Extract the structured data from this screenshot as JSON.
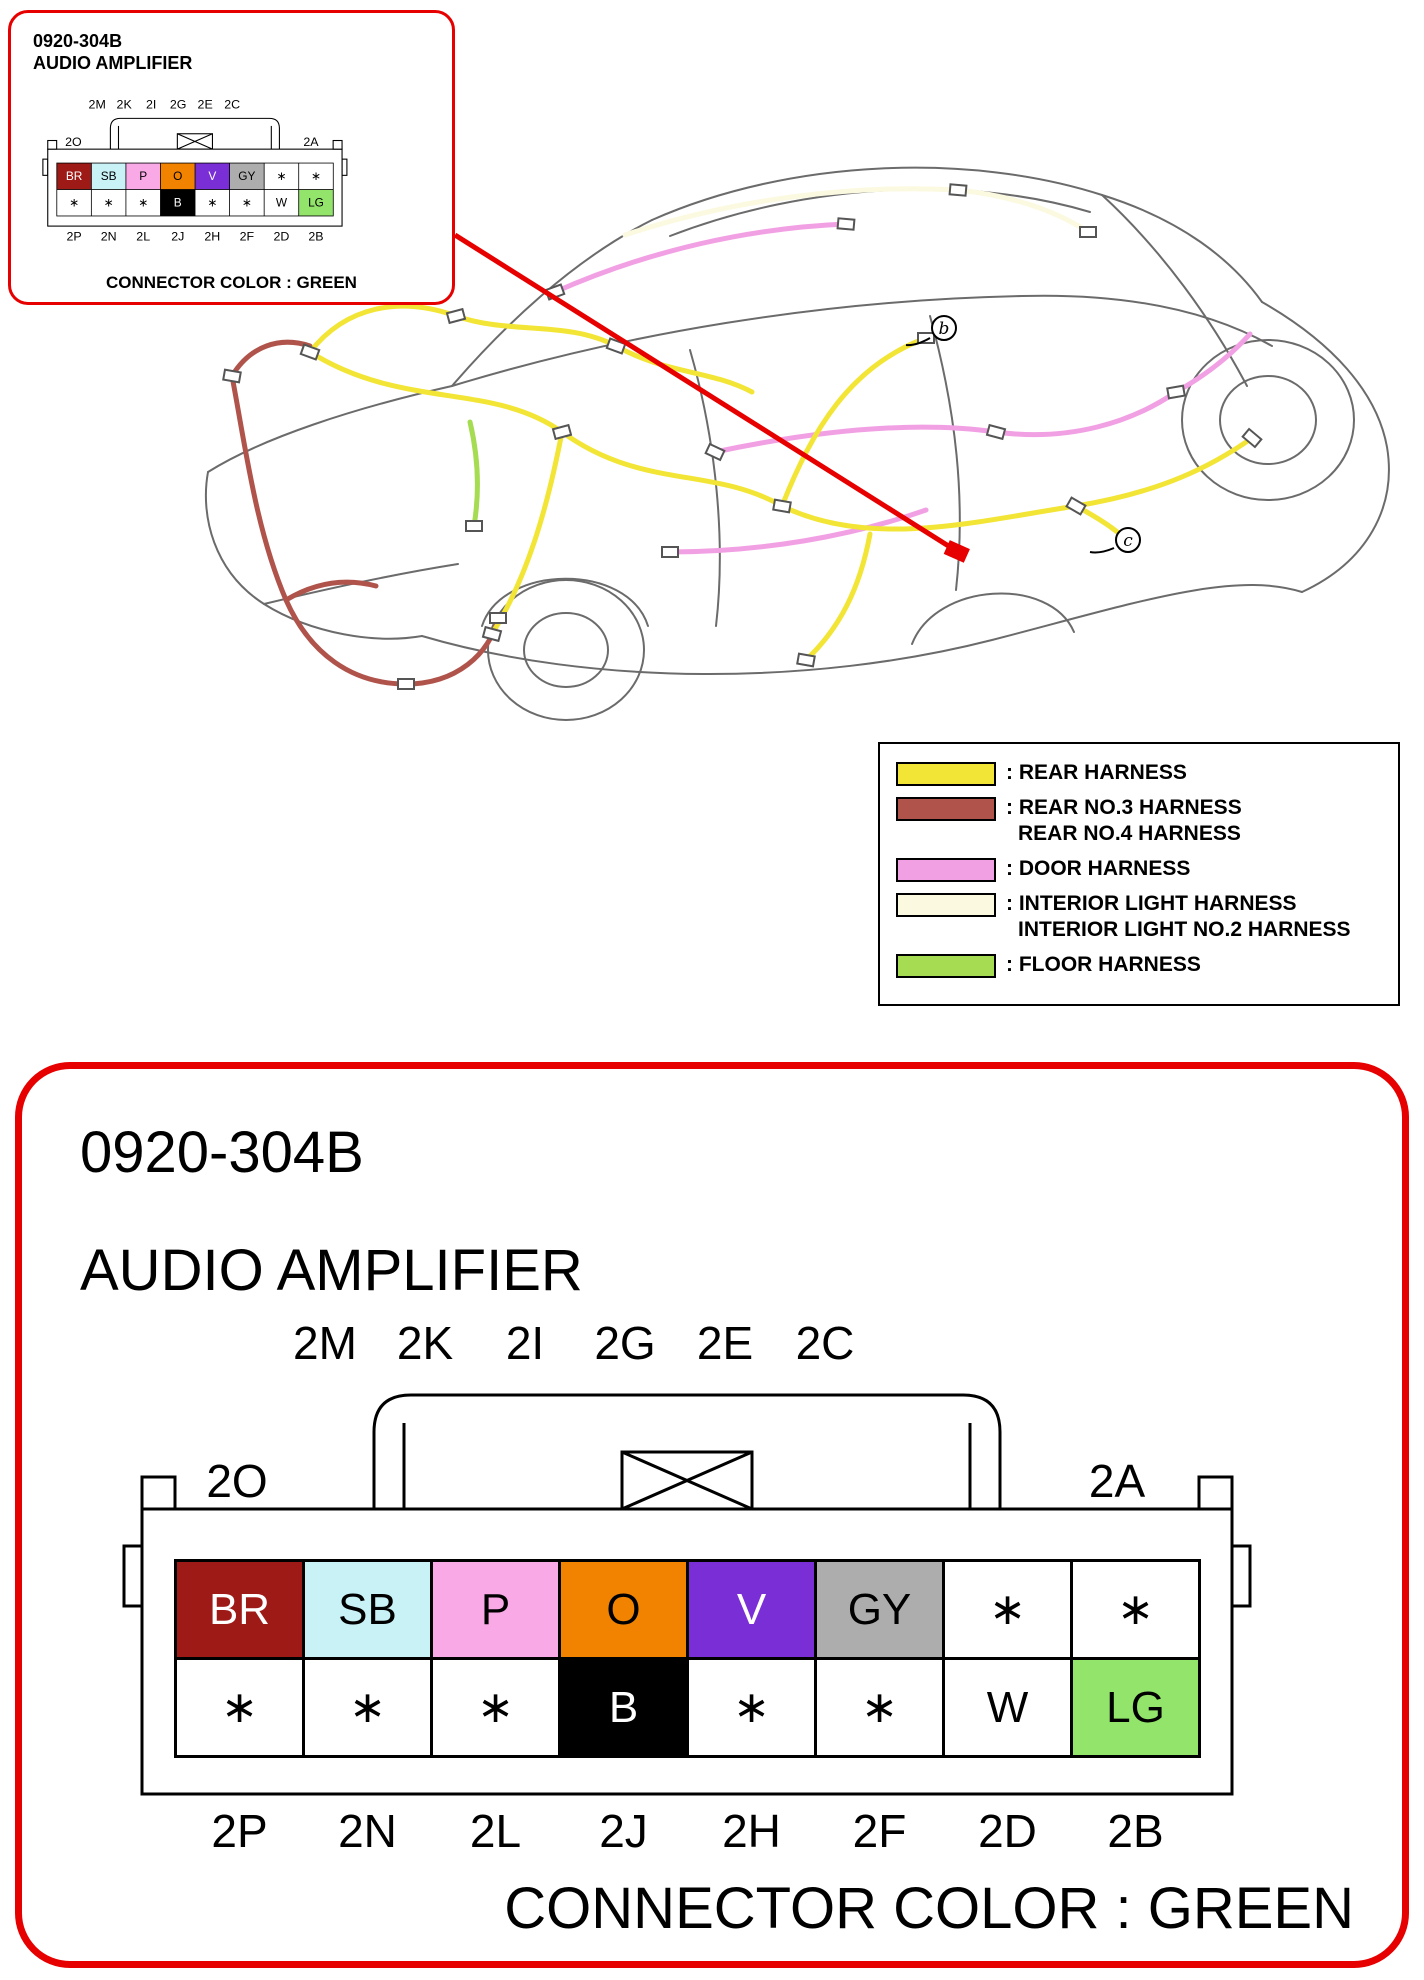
{
  "page": {
    "accent_red": "#e60000"
  },
  "card": {
    "part_number": "0920-304B",
    "component_name": "AUDIO AMPLIFIER",
    "connector_color_label": "CONNECTOR COLOR : GREEN"
  },
  "connector": {
    "top_labels": [
      "2M",
      "2K",
      "2I",
      "2G",
      "2E",
      "2C"
    ],
    "left_label": "2O",
    "right_label": "2A",
    "bottom_labels": [
      "2P",
      "2N",
      "2L",
      "2J",
      "2H",
      "2F",
      "2D",
      "2B"
    ],
    "rows": [
      [
        {
          "label": "BR",
          "bg": "#9E1A17",
          "fg": "#FFFFFF"
        },
        {
          "label": "SB",
          "bg": "#C9F2F7",
          "fg": "#000000"
        },
        {
          "label": "P",
          "bg": "#F9A9E5",
          "fg": "#000000"
        },
        {
          "label": "O",
          "bg": "#F28300",
          "fg": "#000000"
        },
        {
          "label": "V",
          "bg": "#7A2FD6",
          "fg": "#FFFFFF"
        },
        {
          "label": "GY",
          "bg": "#ADADAD",
          "fg": "#000000"
        },
        {
          "label": "∗",
          "bg": "#FFFFFF",
          "fg": "#000000"
        },
        {
          "label": "∗",
          "bg": "#FFFFFF",
          "fg": "#000000"
        }
      ],
      [
        {
          "label": "∗",
          "bg": "#FFFFFF",
          "fg": "#000000"
        },
        {
          "label": "∗",
          "bg": "#FFFFFF",
          "fg": "#000000"
        },
        {
          "label": "∗",
          "bg": "#FFFFFF",
          "fg": "#000000"
        },
        {
          "label": "B",
          "bg": "#000000",
          "fg": "#FFFFFF"
        },
        {
          "label": "∗",
          "bg": "#FFFFFF",
          "fg": "#000000"
        },
        {
          "label": "∗",
          "bg": "#FFFFFF",
          "fg": "#000000"
        },
        {
          "label": "W",
          "bg": "#FFFFFF",
          "fg": "#000000"
        },
        {
          "label": "LG",
          "bg": "#92E46A",
          "fg": "#000000"
        }
      ]
    ]
  },
  "legend": {
    "items": [
      {
        "swatch": "#F2E535",
        "lines": [
          ": REAR HARNESS"
        ]
      },
      {
        "swatch": "#B0544B",
        "lines": [
          ": REAR NO.3 HARNESS",
          "REAR NO.4 HARNESS"
        ]
      },
      {
        "swatch": "#F2A0E4",
        "lines": [
          ": DOOR HARNESS"
        ]
      },
      {
        "swatch": "#FBF9E0",
        "lines": [
          ": INTERIOR LIGHT HARNESS",
          "INTERIOR LIGHT NO.2 HARNESS"
        ]
      },
      {
        "swatch": "#A5DC52",
        "lines": [
          ": FLOOR HARNESS"
        ]
      }
    ]
  },
  "diagram": {
    "markers": {
      "b": "b",
      "c": "c"
    }
  }
}
